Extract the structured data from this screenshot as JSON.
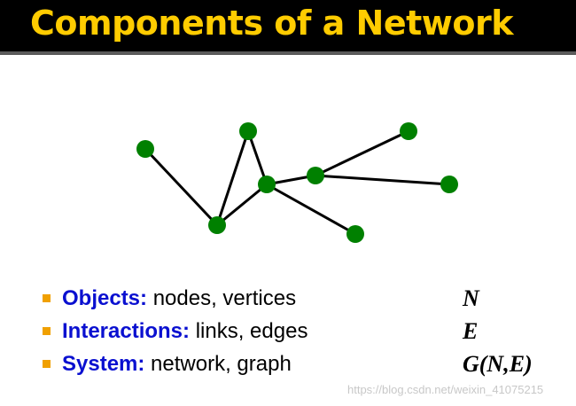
{
  "slide": {
    "title": "Components of a Network"
  },
  "graph": {
    "node_color": "#008000",
    "edge_color": "#000000",
    "nodes": [
      "n1",
      "n2",
      "n3",
      "n4",
      "n5",
      "n6",
      "n7",
      "n8"
    ],
    "edges": [
      [
        "n1",
        "n2"
      ],
      [
        "n2",
        "n3"
      ],
      [
        "n3",
        "n4"
      ],
      [
        "n2",
        "n4"
      ],
      [
        "n4",
        "n5"
      ],
      [
        "n4",
        "n8"
      ],
      [
        "n5",
        "n6"
      ],
      [
        "n5",
        "n7"
      ]
    ]
  },
  "bullets": [
    {
      "term": "Objects:",
      "description": " nodes, vertices",
      "symbol": "N"
    },
    {
      "term": "Interactions:",
      "description": " links, edges",
      "symbol": "E"
    },
    {
      "term": "System:",
      "description": " network, graph",
      "symbol": "G(N,E)"
    }
  ],
  "colors": {
    "title": "#ffcc00",
    "term": "#0a10d0",
    "bullet_marker": "#f0a000",
    "header_bg": "#000000"
  },
  "watermark": "https://blog.csdn.net/weixin_41075215"
}
